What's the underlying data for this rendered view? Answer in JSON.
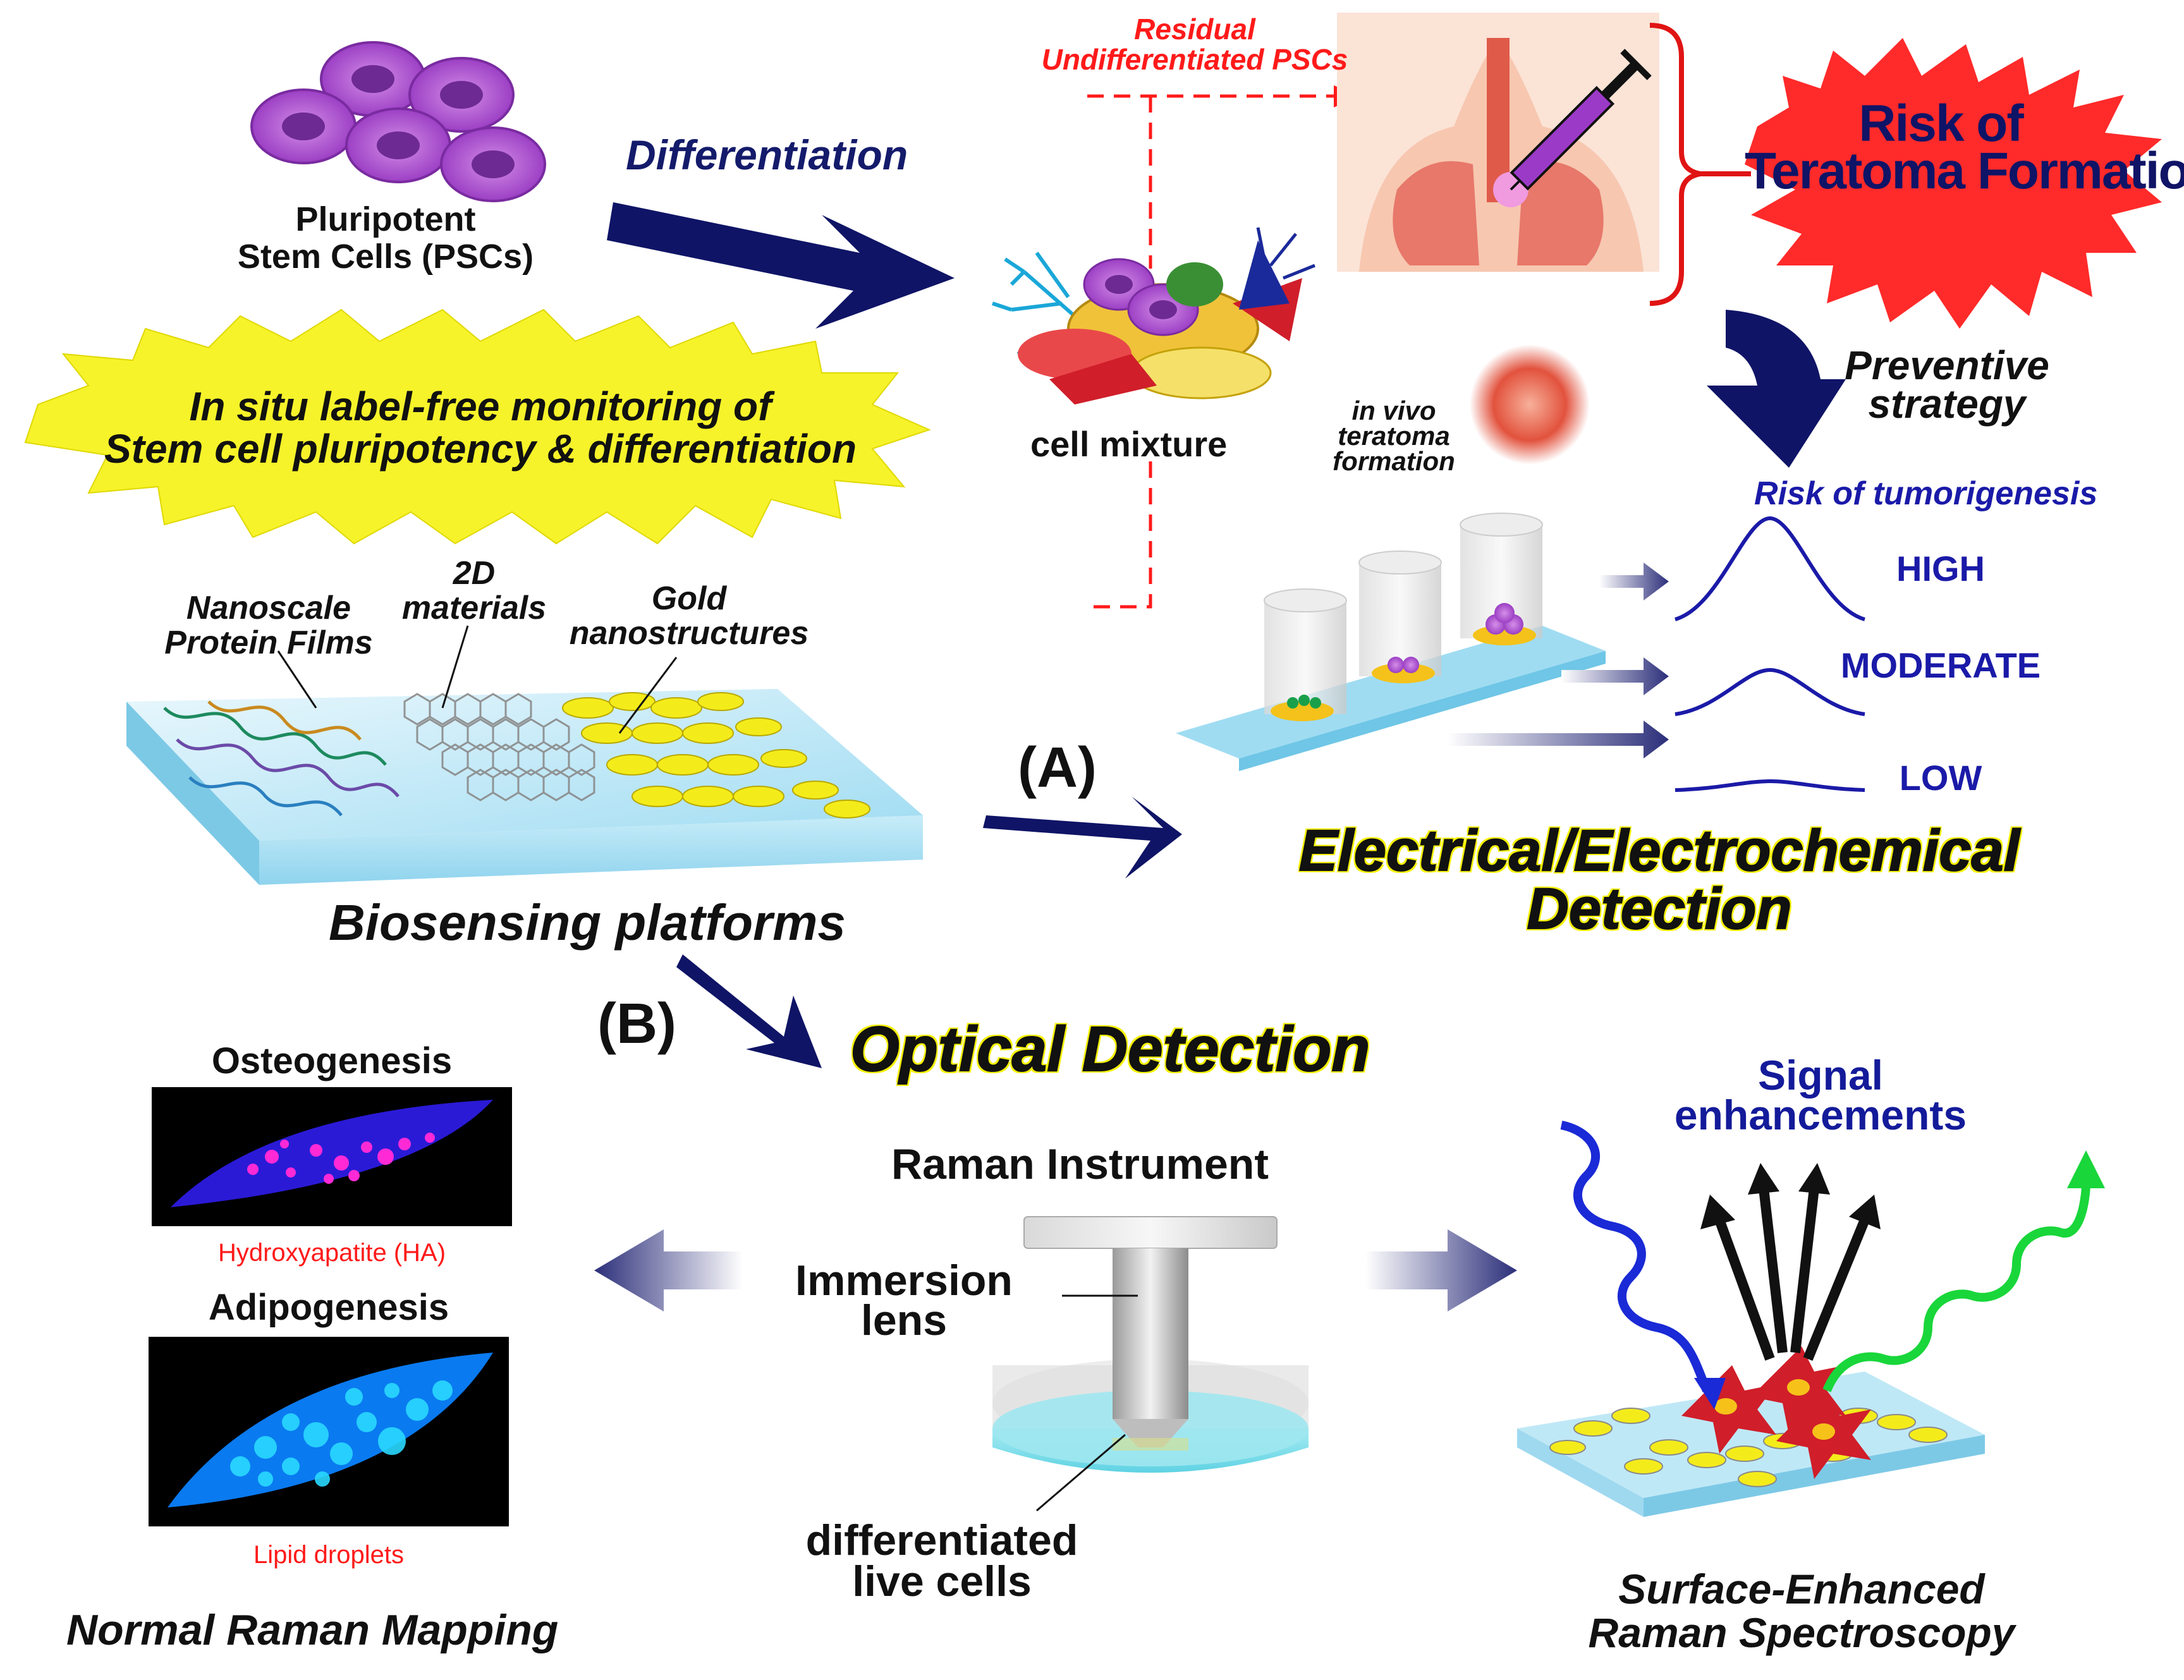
{
  "colors": {
    "navy": "#141b6b",
    "arrow_navy": "#0f1466",
    "red": "#ff1a1a",
    "yellow": "#f6f32a",
    "risk_fill": "#ff2a2a",
    "blue_text": "#1a1aa8",
    "glass": "#bfe8f6",
    "green": "#19d63a",
    "osteo_bg": "#1a1ad6",
    "adipo_bg": "#0a7af0"
  },
  "top": {
    "psc_label_line1": "Pluripotent",
    "psc_label_line2": "Stem Cells (PSCs)",
    "differentiation": "Differentiation",
    "residual_line1": "Residual",
    "residual_line2": "Undifferentiated PSCs",
    "risk_line1": "Risk of",
    "risk_line2": "Teratoma Formation",
    "cell_mixture": "cell mixture",
    "invivo_line1": "in vivo",
    "invivo_line2": "teratoma",
    "invivo_line3": "formation",
    "preventive_line1": "Preventive",
    "preventive_line2": "strategy",
    "monitoring_line1": "In situ label-free monitoring of",
    "monitoring_line2": "Stem cell pluripotency & differentiation"
  },
  "platform": {
    "nano_line1": "Nanoscale",
    "nano_line2": "Protein Films",
    "twod_line1": "2D",
    "twod_line2": "materials",
    "gold_line1": "Gold",
    "gold_line2": "nanostructures",
    "title": "Biosensing platforms"
  },
  "tumor": {
    "title": "Risk of tumorigenesis",
    "high": "HIGH",
    "moderate": "MODERATE",
    "low": "LOW"
  },
  "detection": {
    "a_label": "(A)",
    "b_label": "(B)",
    "electrical_line1": "Electrical/Electrochemical",
    "electrical_line2": "Detection",
    "optical": "Optical Detection"
  },
  "raman": {
    "osteo_title": "Osteogenesis",
    "osteo_caption": "Hydroxyapatite (HA)",
    "adipo_title": "Adipogenesis",
    "adipo_caption": "Lipid droplets",
    "normal_title": "Normal Raman Mapping",
    "instrument": "Raman Instrument",
    "immersion_line1": "Immersion",
    "immersion_line2": "lens",
    "cells_line1": "differentiated",
    "cells_line2": "live cells",
    "signal_line1": "Signal",
    "signal_line2": "enhancements",
    "sers_line1": "Surface-Enhanced",
    "sers_line2": "Raman Spectroscopy"
  }
}
